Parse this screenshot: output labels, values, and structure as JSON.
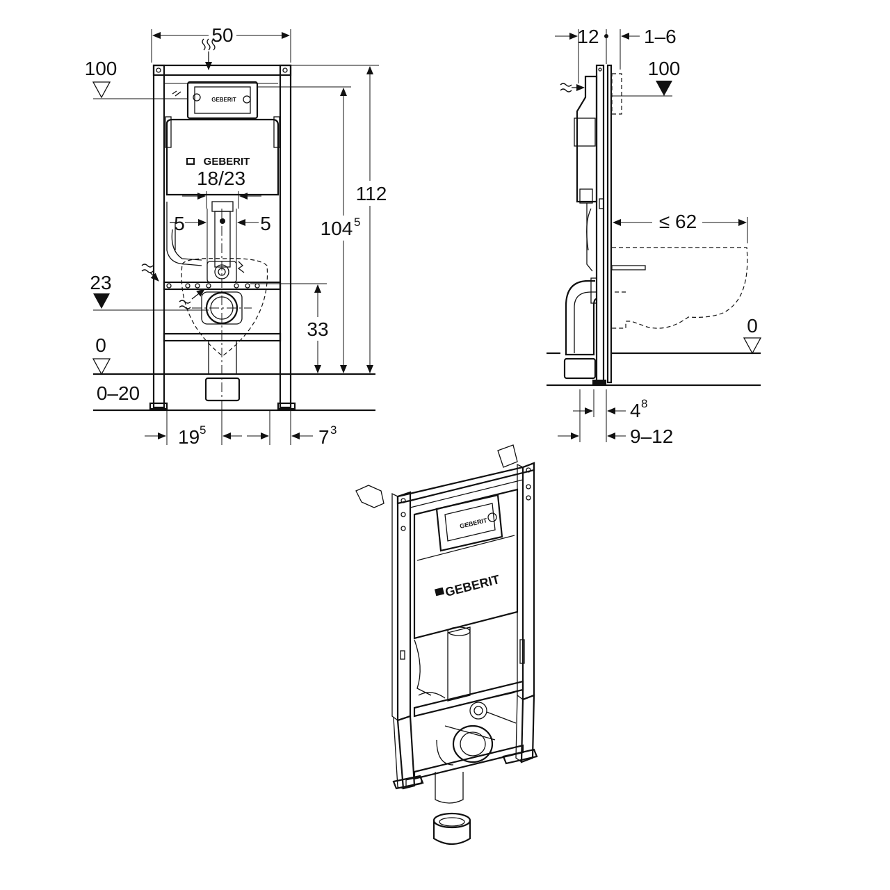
{
  "brand": {
    "logo_text": "GEBERIT"
  },
  "front_view": {
    "width": "50",
    "level_100": "100",
    "level_23": "23",
    "level_0": "0",
    "floor_range": "0–20",
    "flush_pipe": "18/23",
    "offset_left": "5",
    "offset_right": "5",
    "height_112": "112",
    "height_104": "104",
    "height_104_sup": "5",
    "height_33": "33",
    "dim_19": "19",
    "dim_19_sup": "5",
    "dim_7": "7",
    "dim_7_sup": "3"
  },
  "side_view": {
    "depth_12": "12",
    "range_1_6": "1–6",
    "level_100": "100",
    "max_62": "≤ 62",
    "level_0": "0",
    "dim_4": "4",
    "dim_4_sup": "8",
    "range_9_12": "9–12"
  }
}
